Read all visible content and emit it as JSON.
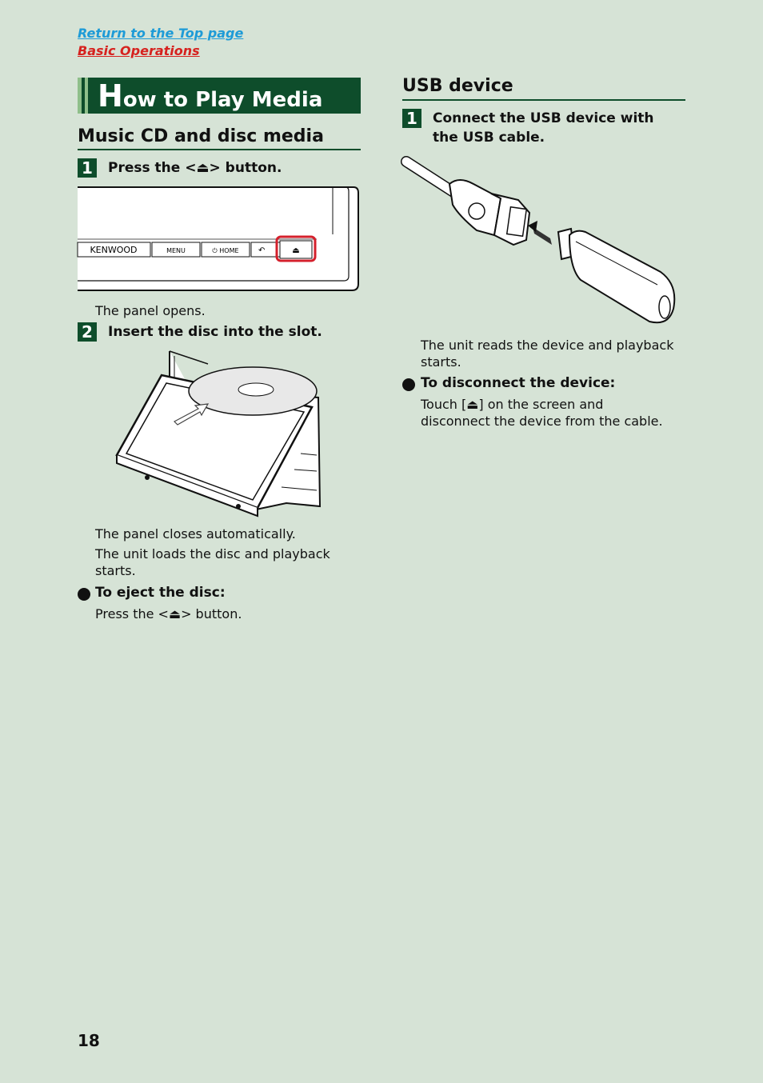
{
  "nav": {
    "top_link": "Return to the Top page",
    "section_link": "Basic Operations"
  },
  "title": {
    "first_letter": "H",
    "rest": "ow to Play Media"
  },
  "music_cd": {
    "heading": "Music CD and disc media",
    "step1": {
      "num": "1",
      "text": "Press the <⏏> button."
    },
    "panel_labels": {
      "brand": "KENWOOD",
      "menu": "MENU",
      "home": "⏻ HOME",
      "back": "↶",
      "eject": "⏏"
    },
    "note1": "The panel opens.",
    "step2": {
      "num": "2",
      "text": "Insert the disc into the slot."
    },
    "note2a": "The panel closes automatically.",
    "note2b": "The unit loads the disc and playback starts.",
    "eject_heading": "To eject the disc:",
    "eject_text": "Press the <⏏> button."
  },
  "usb": {
    "heading": "USB device",
    "step1": {
      "num": "1",
      "text": "Connect the USB device with the USB cable."
    },
    "note1": "The unit reads the device and playback starts.",
    "disconnect_heading": "To disconnect the device:",
    "disconnect_text": "Touch [⏏] on the screen and disconnect the device from the cable."
  },
  "page_number": "18",
  "colors": {
    "accent": "#0e4d2b",
    "background": "#d6e3d6",
    "link_blue": "#1e9bd7",
    "link_red": "#d6221f",
    "highlight": "#d4202c"
  }
}
